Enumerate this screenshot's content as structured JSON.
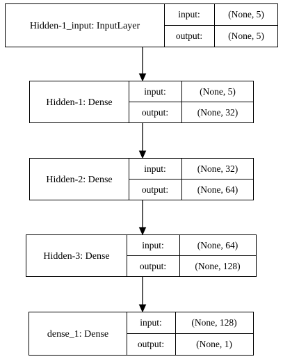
{
  "layers": [
    {
      "name": "Hidden-1_input: InputLayer",
      "input_label": "input:",
      "output_label": "output:",
      "input_shape": "(None, 5)",
      "output_shape": "(None, 5)"
    },
    {
      "name": "Hidden-1: Dense",
      "input_label": "input:",
      "output_label": "output:",
      "input_shape": "(None, 5)",
      "output_shape": "(None, 32)"
    },
    {
      "name": "Hidden-2: Dense",
      "input_label": "input:",
      "output_label": "output:",
      "input_shape": "(None, 32)",
      "output_shape": "(None, 64)"
    },
    {
      "name": "Hidden-3: Dense",
      "input_label": "input:",
      "output_label": "output:",
      "input_shape": "(None, 64)",
      "output_shape": "(None, 128)"
    },
    {
      "name": "dense_1: Dense",
      "input_label": "input:",
      "output_label": "output:",
      "input_shape": "(None, 128)",
      "output_shape": "(None, 1)"
    }
  ]
}
